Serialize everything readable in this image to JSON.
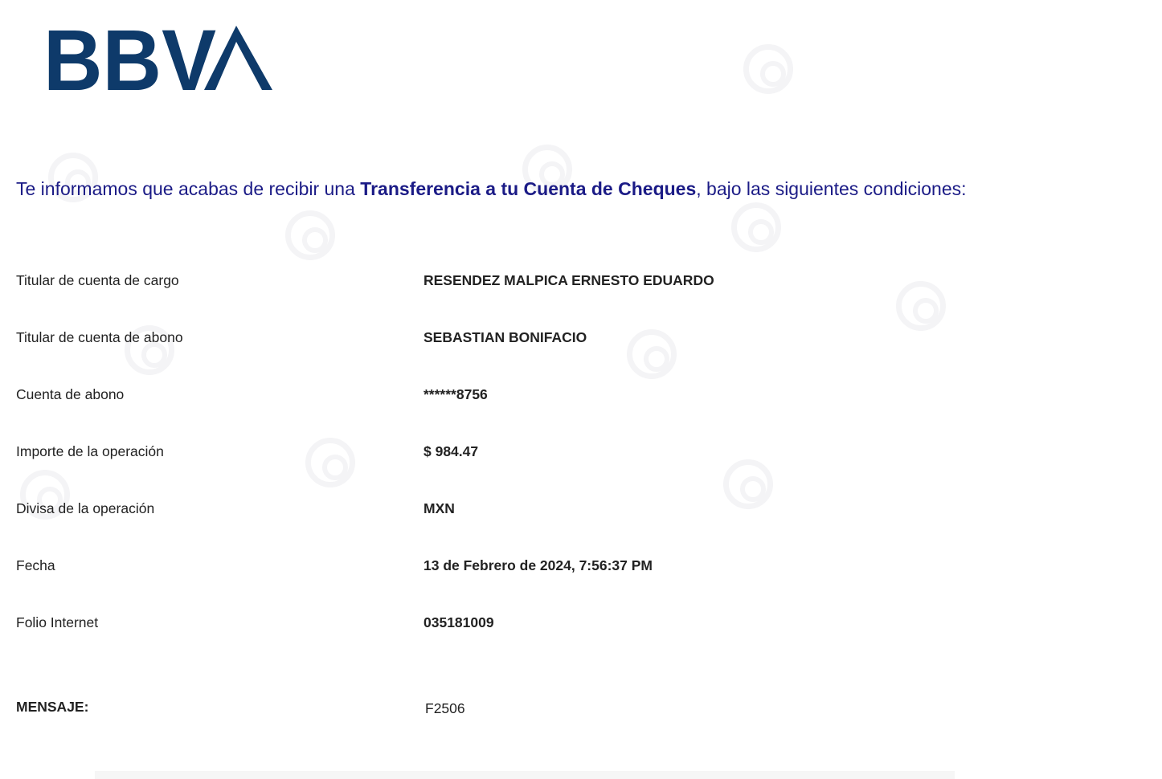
{
  "logo": {
    "text": "BBVA",
    "color": "#0e3a6a"
  },
  "intro": {
    "prefix": "Te informamos que acabas de recibir una ",
    "highlight": "Transferencia a tu Cuenta de Cheques",
    "suffix": ", bajo las siguientes condiciones:"
  },
  "details": [
    {
      "label": "Titular de cuenta de cargo",
      "value": "RESENDEZ MALPICA ERNESTO EDUARDO"
    },
    {
      "label": "Titular de cuenta de abono",
      "value": "SEBASTIAN BONIFACIO"
    },
    {
      "label": "Cuenta de abono",
      "value": "******8756"
    },
    {
      "label": "Importe de la operación",
      "value": "$ 984.47"
    },
    {
      "label": "Divisa de la operación",
      "value": "MXN"
    },
    {
      "label": "Fecha",
      "value": "13 de Febrero de 2024, 7:56:37 PM"
    },
    {
      "label": "Folio Internet",
      "value": "035181009"
    }
  ],
  "message": {
    "label": "MENSAJE:",
    "value": "F2506"
  },
  "watermark": {
    "symbol": "@"
  }
}
